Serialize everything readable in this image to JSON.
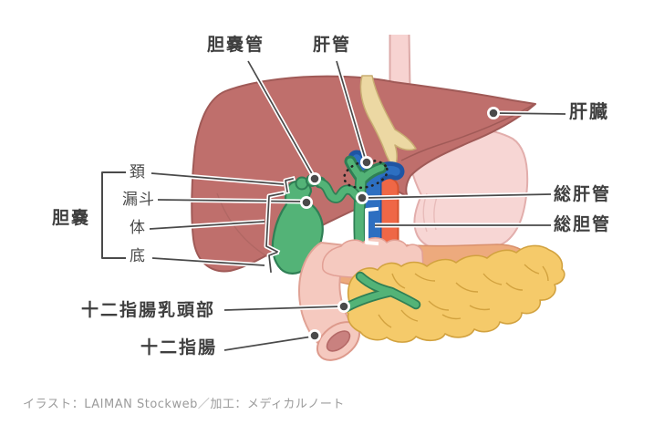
{
  "figure": {
    "labels": {
      "cystic_duct": "胆嚢管",
      "hepatic_duct": "肝管",
      "liver": "肝臓",
      "common_hepatic_duct": "総肝管",
      "common_bile_duct": "総胆管",
      "gallbladder": "胆嚢",
      "gallbladder_neck": "頚",
      "gallbladder_infundibulum": "漏斗",
      "gallbladder_body": "体",
      "gallbladder_fundus": "底",
      "duodenal_papilla": "十二指腸乳頭部",
      "duodenum": "十二指腸"
    },
    "credit": "イラスト：LAIMAN Stockweb／加工：メディカルノート",
    "colors": {
      "liver": "#bf6f6c",
      "liver_outline": "#a05a57",
      "stomach": "#f7d6d4",
      "esophagus": "#f7d3d1",
      "bile_green": "#53b377",
      "bile_green_outline": "#2f7f55",
      "portal_blue": "#2d6fc1",
      "vessel_orange": "#ef6746",
      "pancreas_yellow": "#f5ca6a",
      "pancreas_outline": "#d2a23f",
      "duodenum_pink": "#f5c9bf",
      "duodenum_orange": "#edaa7d",
      "ligament_beige": "#ecd8a3",
      "label_text": "#3f3f3f",
      "leader_line": "#4a4a4a"
    }
  }
}
